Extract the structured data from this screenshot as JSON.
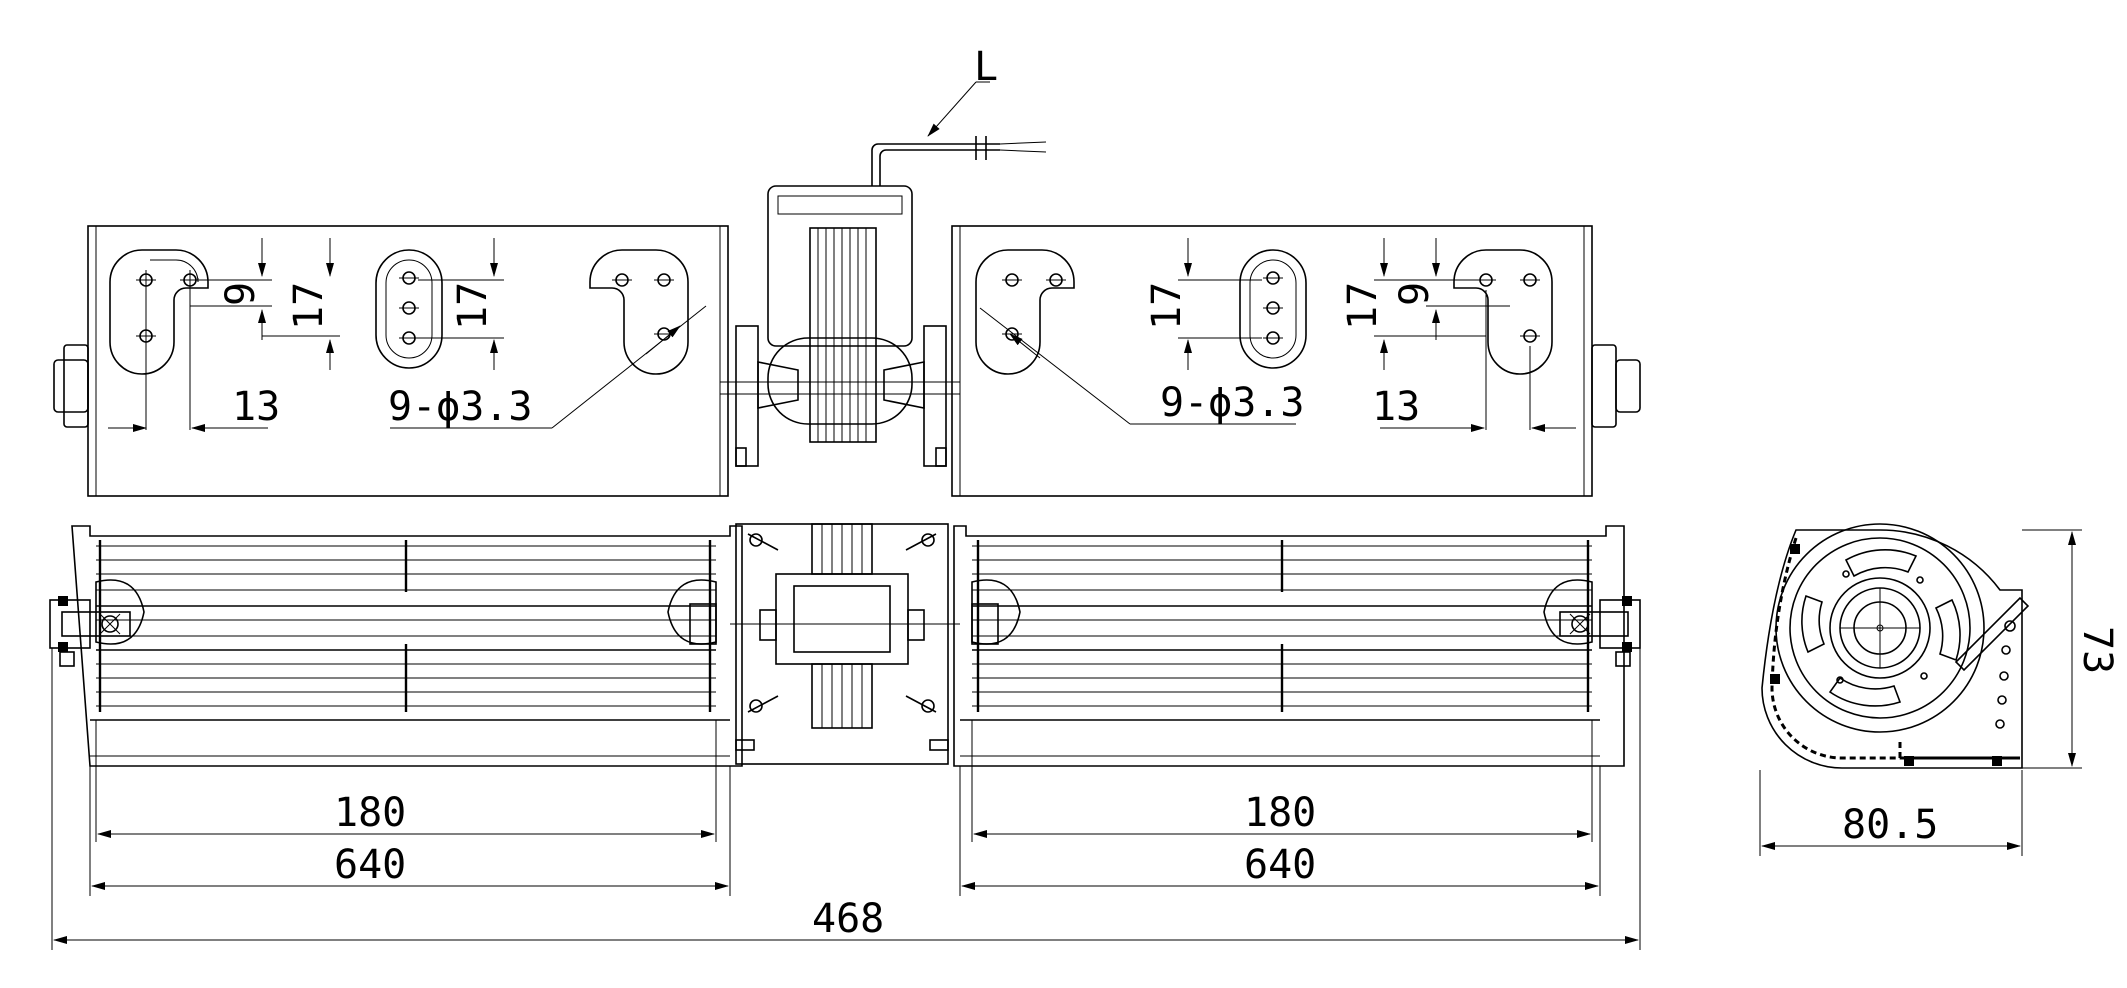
{
  "labels": {
    "cable": "L",
    "hole_spec_left": "9-ϕ3.3",
    "hole_spec_right": "9-ϕ3.3",
    "dim_13_left": "13",
    "dim_13_right": "13",
    "dim_9_left": "9",
    "dim_17_left_a": "17",
    "dim_17_left_b": "17",
    "dim_17_right_a": "17",
    "dim_17_right_b": "17",
    "dim_9_right": "9",
    "dim_180_left": "180",
    "dim_640_left": "640",
    "dim_180_right": "180",
    "dim_640_right": "640",
    "dim_468_total": "468",
    "dim_80_5_side": "80.5",
    "dim_73_side": "73"
  }
}
